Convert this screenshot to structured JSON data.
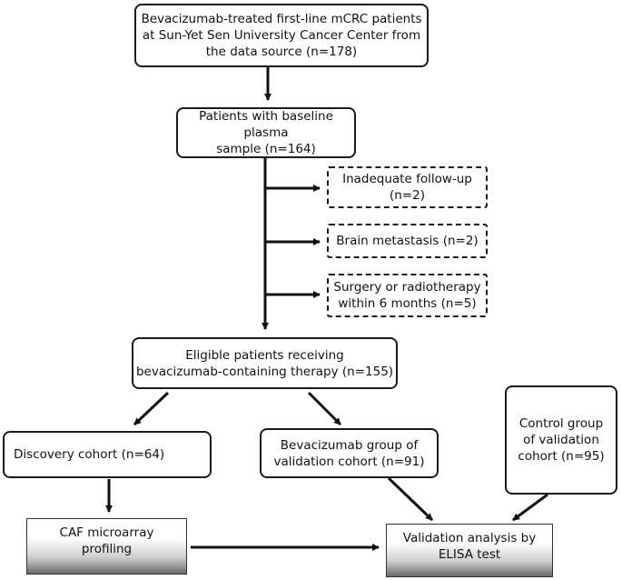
{
  "boxes": {
    "source": {
      "line1": "Bevacizumab-treated first-line mCRC patients",
      "line2": "at Sun-Yet Sen University Cancer Center from",
      "line3": "the data source (n=178)"
    },
    "baseline": {
      "line1": "Patients with baseline plasma",
      "line2": "sample (n=164)"
    },
    "followup": {
      "line1": "Inadequate follow-up",
      "line2": "(n=2)"
    },
    "brain": {
      "line1": "Brain metastasis (n=2)"
    },
    "surgery": {
      "line1": "Surgery or radiotherapy",
      "line2": "within 6 months (n=5)"
    },
    "eligible": {
      "line1": "Eligible patients receiving",
      "line2": "bevacizumab-containing therapy (n=155)"
    },
    "discovery": {
      "line1": "Discovery cohort (n=64)"
    },
    "bev_validation": {
      "line1": "Bevacizumab group of",
      "line2": "validation cohort (n=91)"
    },
    "control": {
      "line1": "Control group",
      "line2": "of validation",
      "line3": "cohort (n=95)"
    },
    "caf": {
      "line1": "CAF microarray",
      "line2": "profiling"
    },
    "elisa": {
      "line1": "Validation analysis by",
      "line2": "ELISA test"
    }
  }
}
